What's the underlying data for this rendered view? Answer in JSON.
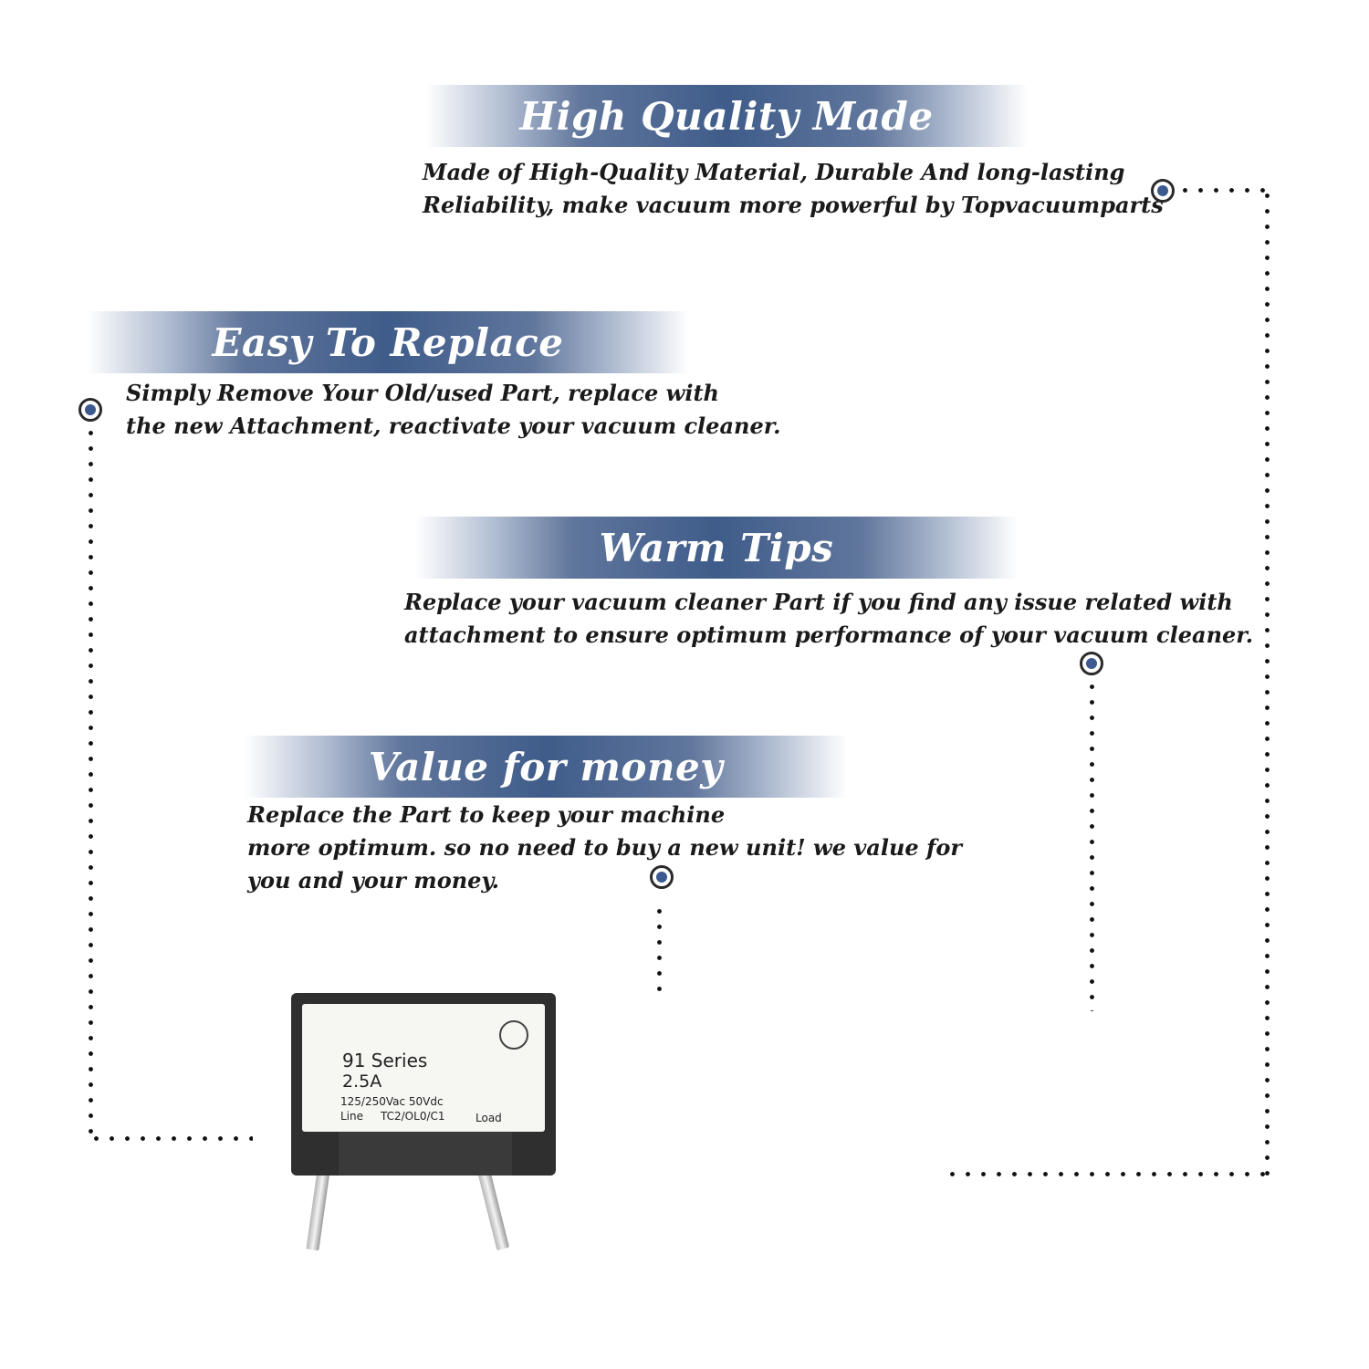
{
  "features": [
    {
      "title": "High Quality Made",
      "lines": [
        "Made of  High-Quality Material, Durable And long-lasting",
        "Reliability, make vacuum more powerful by Topvacuumparts"
      ]
    },
    {
      "title": "Easy To Replace",
      "lines": [
        "Simply Remove Your Old/used Part, replace with",
        "the new Attachment, reactivate your vacuum cleaner."
      ]
    },
    {
      "title": "Warm Tips",
      "lines": [
        "Replace your vacuum cleaner Part if you find any issue related with",
        " attachment to ensure optimum performance of your vacuum cleaner."
      ]
    },
    {
      "title": "Value for money",
      "lines": [
        "Replace the Part to keep your machine",
        "more optimum. so no need to buy a new unit! we value for",
        "you and your money."
      ]
    }
  ],
  "product": {
    "label_series": "91 Series",
    "label_rating": "2.5A",
    "label_voltage": "125/250Vac  50Vdc",
    "label_line": "Line",
    "label_code": "TC2/OL0/C1",
    "label_load": "Load"
  },
  "colors": {
    "accent": "#3f5c8a",
    "dot_fill": "#3c5a8f",
    "text": "#1a1a1a"
  }
}
